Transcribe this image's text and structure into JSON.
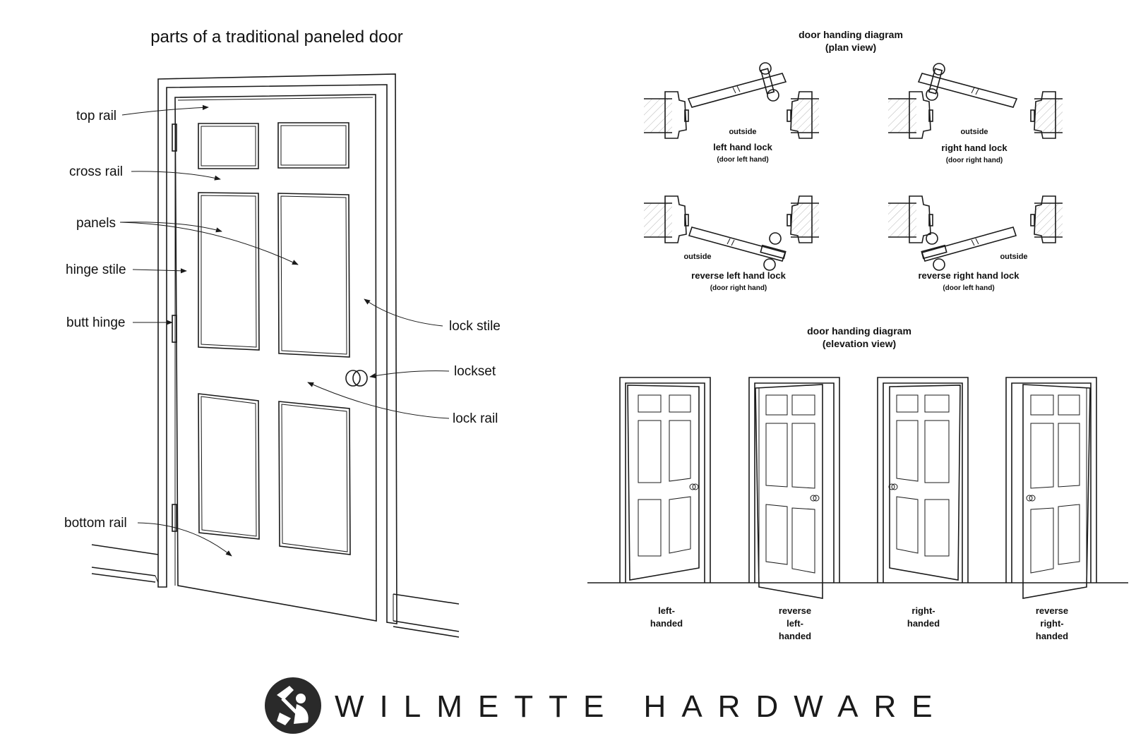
{
  "main_title": "parts of a traditional paneled door",
  "part_labels": {
    "top_rail": "top rail",
    "cross_rail": "cross rail",
    "panels": "panels",
    "hinge_stile": "hinge stile",
    "butt_hinge": "butt hinge",
    "bottom_rail": "bottom rail",
    "lock_stile": "lock stile",
    "lockset": "lockset",
    "lock_rail": "lock rail"
  },
  "plan_view": {
    "title_line1": "door handing diagram",
    "title_line2": "(plan view)",
    "outside_label": "outside",
    "items": [
      {
        "name": "left hand lock",
        "sub": "(door left hand)"
      },
      {
        "name": "right hand lock",
        "sub": "(door right hand)"
      },
      {
        "name": "reverse left hand lock",
        "sub": "(door right hand)"
      },
      {
        "name": "reverse right hand lock",
        "sub": "(door left hand)"
      }
    ]
  },
  "elevation_view": {
    "title_line1": "door handing diagram",
    "title_line2": "(elevation view)",
    "captions": [
      [
        "left-",
        "handed"
      ],
      [
        "reverse",
        "left-",
        "handed"
      ],
      [
        "right-",
        "handed"
      ],
      [
        "reverse",
        "right-",
        "handed"
      ]
    ]
  },
  "brand": {
    "name": "WILMETTE HARDWARE",
    "logo_icon": "hammer-figure-icon"
  }
}
